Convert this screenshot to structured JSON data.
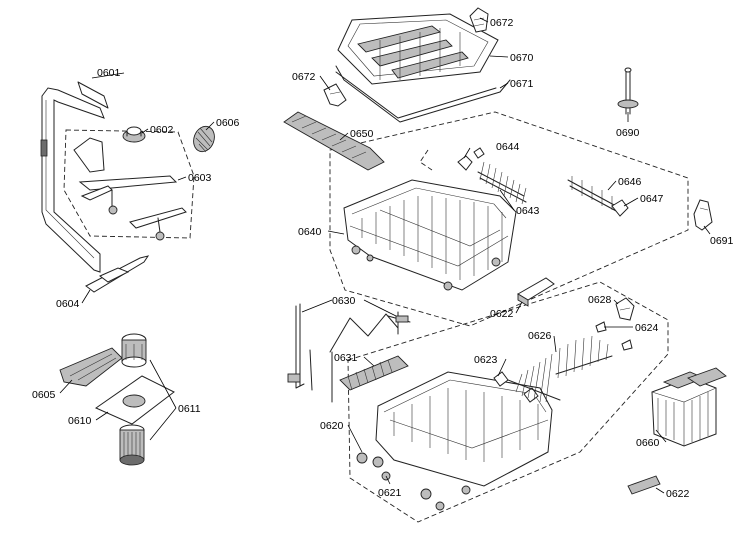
{
  "parts": {
    "p0601": "0601",
    "p0602": "0602",
    "p0603": "0603",
    "p0604": "0604",
    "p0605": "0605",
    "p0606": "0606",
    "p0610": "0610",
    "p0611": "0611",
    "p0620": "0620",
    "p0621": "0621",
    "p0622a": "0622",
    "p0622b": "0622",
    "p0623": "0623",
    "p0624": "0624",
    "p0626": "0626",
    "p0628": "0628",
    "p0630": "0630",
    "p0631": "0631",
    "p0640": "0640",
    "p0643": "0643",
    "p0644": "0644",
    "p0646": "0646",
    "p0647": "0647",
    "p0650": "0650",
    "p0660": "0660",
    "p0670": "0670",
    "p0671": "0671",
    "p0672a": "0672",
    "p0672b": "0672",
    "p0690": "0690",
    "p0691": "0691"
  }
}
